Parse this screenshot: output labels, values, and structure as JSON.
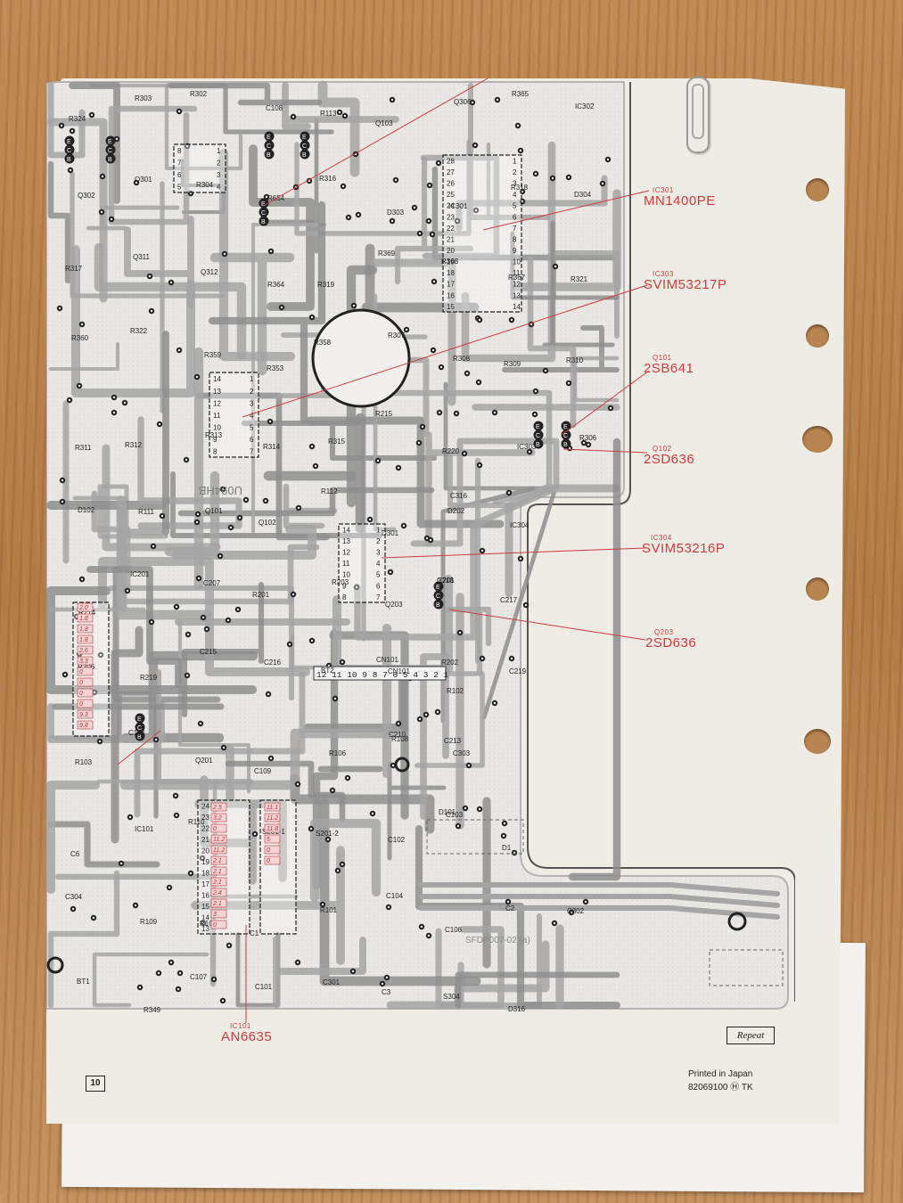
{
  "components": [
    {
      "ref": "IC301",
      "part": "MN1400PE"
    },
    {
      "ref": "IC303",
      "part": "SVIM53217P"
    },
    {
      "ref": "Q101",
      "part": "2SB641"
    },
    {
      "ref": "Q102",
      "part": "2SD636"
    },
    {
      "ref": "IC304",
      "part": "SVIM53216P"
    },
    {
      "ref": "Q203",
      "part": "2SD636"
    },
    {
      "ref": "IC101",
      "part": "AN6635"
    }
  ],
  "board": {
    "pattern_code": "U094HB",
    "pcb_code": "SFDP007-02 (a)",
    "labels": [
      "R324",
      "R303",
      "R302",
      "C108",
      "R113",
      "Q103",
      "Q306",
      "R365",
      "IC302",
      "Q302",
      "Q301",
      "R304",
      "R654",
      "R316",
      "D303",
      "IC301",
      "R318",
      "D304",
      "R317",
      "Q311",
      "Q312",
      "R364",
      "R319",
      "R369",
      "R368",
      "R367",
      "R321",
      "R360",
      "R322",
      "R359",
      "R353",
      "R358",
      "R307",
      "R308",
      "R309",
      "R310",
      "R311",
      "R312",
      "R313",
      "R314",
      "R315",
      "R215",
      "R220",
      "IC303",
      "R306",
      "D102",
      "R111",
      "Q101",
      "Q102",
      "R112",
      "D301",
      "C316",
      "IC304",
      "D202",
      "R214",
      "IC201",
      "C207",
      "R201",
      "R203",
      "Q203",
      "C218",
      "C217",
      "X201",
      "R206",
      "R219",
      "C215",
      "C216",
      "BT2",
      "CN101",
      "R202",
      "C219",
      "R102",
      "R103",
      "C114",
      "Q201",
      "C109",
      "R106",
      "C210",
      "C213",
      "R108",
      "C303",
      "C6",
      "IC101",
      "R110",
      "S201-1",
      "S201-2",
      "C102",
      "C103",
      "D1",
      "D101",
      "C304",
      "R109",
      "R107",
      "C1",
      "R101",
      "C104",
      "C106",
      "C2",
      "C302",
      "BT1",
      "R349",
      "C107",
      "C101",
      "C301",
      "C3",
      "S304",
      "D316"
    ],
    "cn101_pins": "12 11 10 9 8 7 6 5 4 3 2 1",
    "q_pins": [
      "E",
      "C",
      "B"
    ],
    "ic101_volts": [
      "2.5",
      "3.2",
      "0",
      "11.2",
      "11.2",
      "2.1",
      "2.1",
      "2.1",
      "2.4",
      "2.1",
      "3",
      "0",
      "11.1",
      "11.2",
      "11.8",
      "5",
      "0",
      "0"
    ],
    "ic201_volts": [
      "2.0",
      "1.8",
      "1.8",
      "1.8",
      "2.6",
      "3.3",
      "0",
      "0",
      "0",
      "0",
      "9.3",
      "9.8"
    ]
  },
  "footer": {
    "repeat_label": "Repeat",
    "page_number": "10",
    "printed_line": "Printed in Japan",
    "code_line": "82069100 Ⓗ TK"
  },
  "colors": {
    "trace": "#a5a5a5",
    "trace_dark": "#8e8e8e",
    "annotation": "#d23a3a",
    "paper": "#efece6",
    "wood": "#b9834c"
  }
}
